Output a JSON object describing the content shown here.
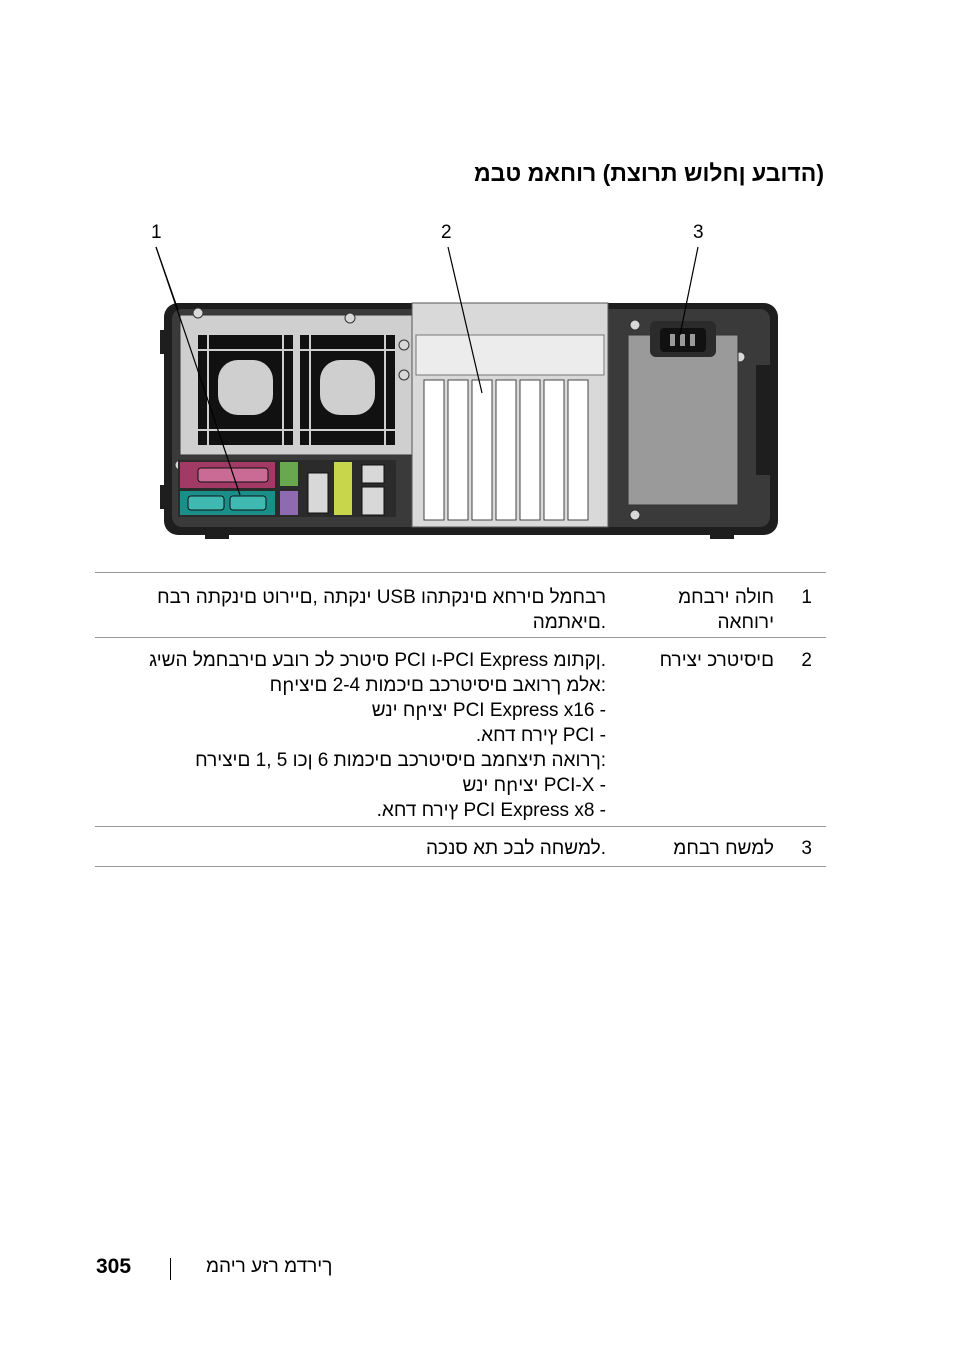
{
  "page": {
    "title": "(הדובע ןחלוש תרוצת) רוחאמ טבמ",
    "callouts": [
      "1",
      "2",
      "3"
    ],
    "rows": [
      {
        "num": "1",
        "term_lines": [
          "חולה ירבחמ",
          "ירוחאה"
        ],
        "desc_lines": [
          "רבחמל םירחא םינקתהו USB ינקתה ,םיירוט םינקתה רבח",
          ".םיאתמה"
        ]
      },
      {
        "num": "2",
        "term_lines": [
          "םיסיטרכ יצירח"
        ],
        "desc_lines": [
          ".ןקתומ PCI Express-ו PCI סיטרכ לכ רובע םירבחמל השיג",
          ":אלמ ךרואב םיסיטרכב םיכמות 2-4 םיציրח",
          "- PCI Express x16 יציրח ינש",
          "- PCI ץירח דחא.",
          ":ךרואה תיצחמב םיסיטרכב םיכמות 6 ןכו 5 ,1 םיצירח",
          "- PCI-X יציրח ינש",
          "- PCI Express x8 ץירח דחא."
        ]
      },
      {
        "num": "3",
        "term_lines": [
          "למשח רבחמ"
        ],
        "desc_lines": [
          ".למשחה לבכ תא סנכה"
        ]
      }
    ],
    "footer": {
      "page_number": "305",
      "text": "ךירדמ רזע ריהמ"
    }
  }
}
